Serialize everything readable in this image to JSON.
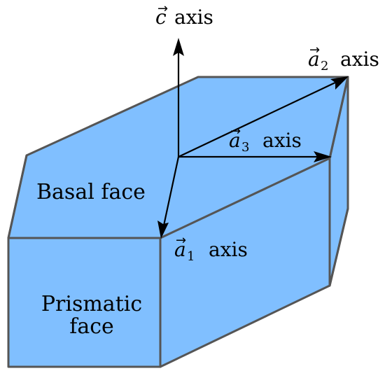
{
  "faces": {
    "basal": "Basal face",
    "prismatic_line1": "Prismatic",
    "prismatic_line2": "face"
  },
  "axes": {
    "c": {
      "symbol": "c",
      "word": "axis"
    },
    "a1": {
      "symbol": "a",
      "subscript": "1",
      "word": "axis"
    },
    "a2": {
      "symbol": "a",
      "subscript": "2",
      "word": "axis"
    },
    "a3": {
      "symbol": "a",
      "subscript": "3",
      "word": "axis"
    }
  },
  "colors": {
    "face_fill": "#80bfff",
    "edge": "#555555",
    "arrow": "#000000"
  }
}
